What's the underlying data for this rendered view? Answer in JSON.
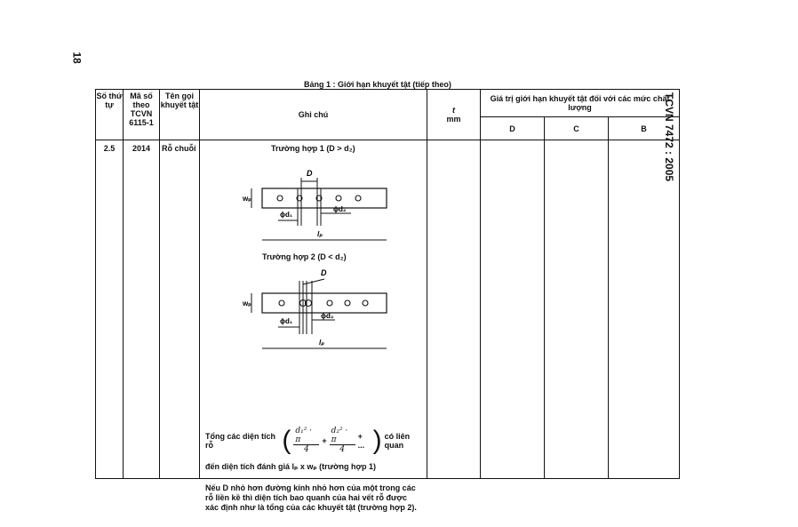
{
  "page_number": "18",
  "standard_code": "TCVN 7472 : 2005",
  "caption": "Bảng 1 : Giới hạn khuyết tật (tiếp theo)",
  "headers": {
    "so_thu_tu": "Số thứ tự",
    "ma_so": "Mã số theo TCVN 6115-1",
    "ten_goi": "Tên gọi khuyết tật",
    "ghi_chu": "Ghi chú",
    "t_symbol": "t",
    "t_unit": "mm",
    "gia_tri": "Giá trị giới hạn khuyết tật đối với các mức chất lượng",
    "level_d": "D",
    "level_c": "C",
    "level_b": "B"
  },
  "row": {
    "stt": "2.5",
    "ma_so": "2014",
    "ten_goi": "Rỗ chuỗi",
    "case1_title": "Trường hợp 1 (D > d₂)",
    "case2_title": "Trường hợp 2 (D < d₂)",
    "labels": {
      "D": "D",
      "d1": "ϕd₁",
      "d2": "ϕd₂",
      "wp": "wₚ",
      "lp": "lₚ"
    },
    "formula_prefix": "Tổng các diện tích rỗ",
    "formula_t1_num": "d₁² · π",
    "formula_t1_den": "4",
    "formula_t2_num": "d₂² · π",
    "formula_t2_den": "4",
    "formula_plus": "+",
    "formula_tail": "+ ...",
    "formula_suffix": "có liên quan",
    "formula_line2": "đến diện tích đánh giá lₚ x wₚ (trường hợp 1)",
    "note": "Nếu D nhỏ hơn đường kính nhỏ hơn của một trong các rỗ liền kề thì diện tích bao quanh của hai vết rỗ được xác định như là tổng của các khuyết tật (trường hợp 2)."
  }
}
